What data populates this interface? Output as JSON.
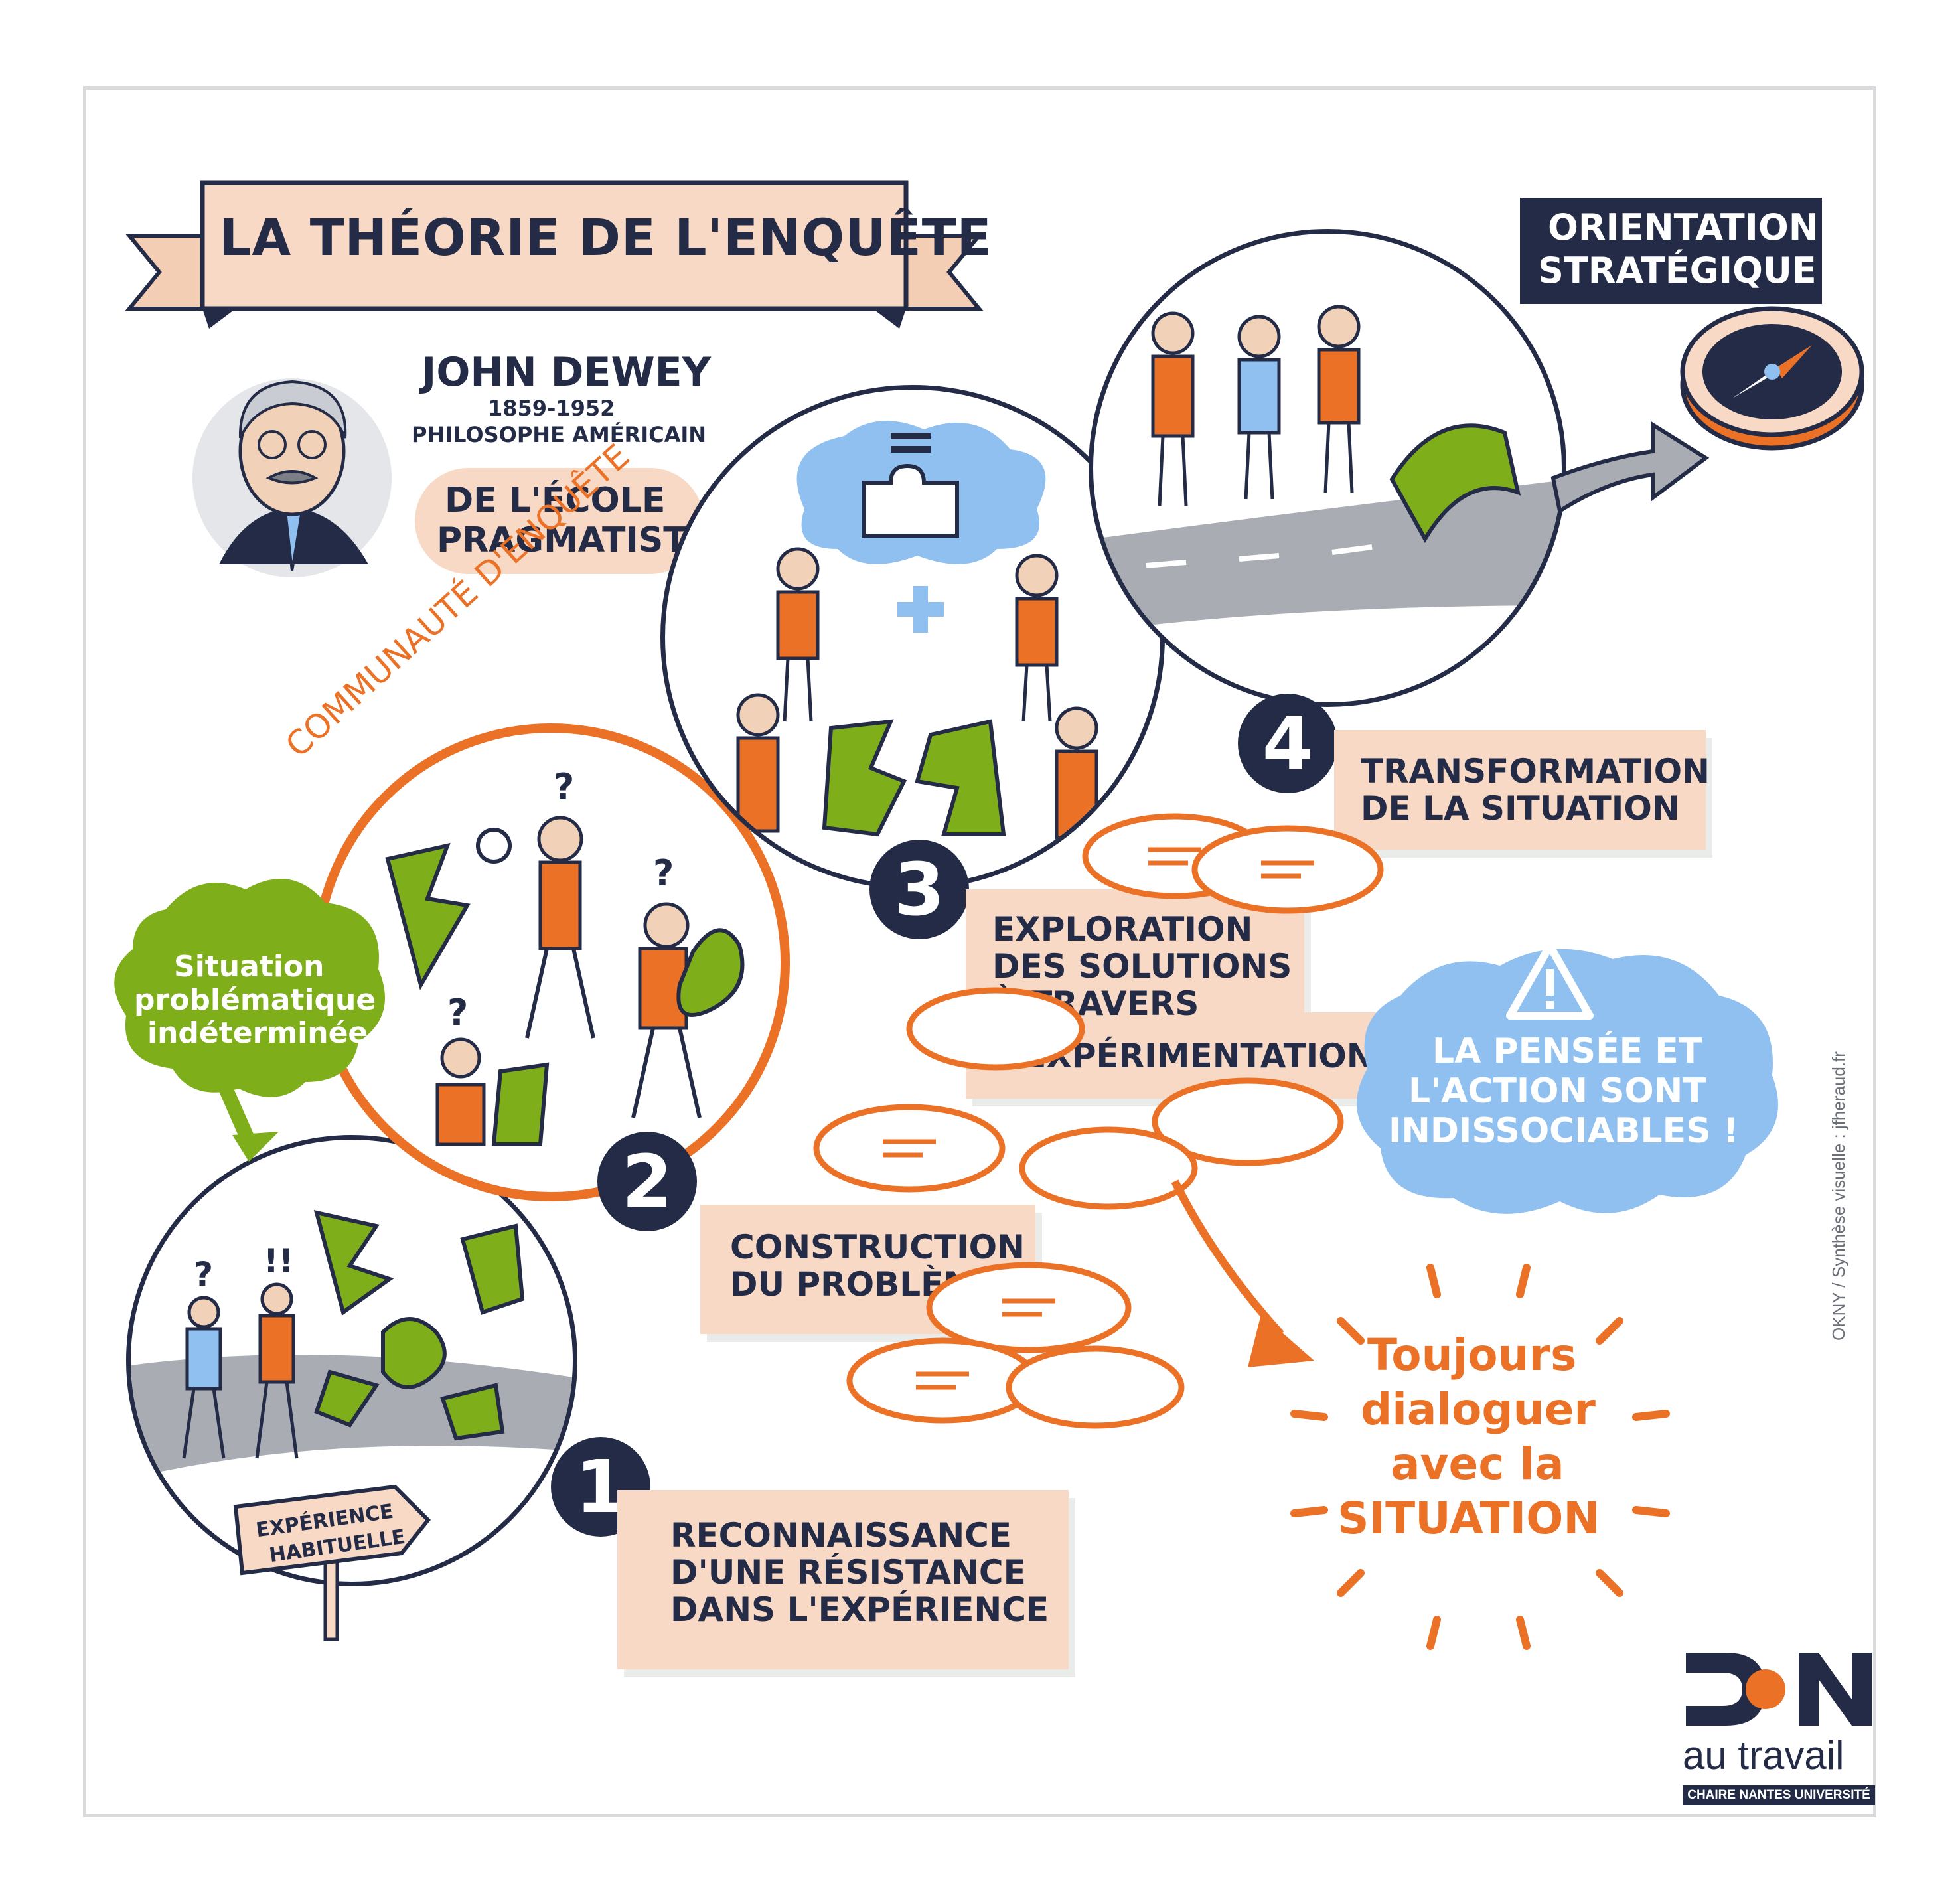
{
  "title": "LA THÉORIE DE L'ENQUÊTE",
  "author": {
    "name": "JOHN DEWEY",
    "dates": "1859-1952",
    "role": "PHILOSOPHE AMÉRICAIN",
    "school": [
      "DE L'ÉCOLE",
      "PRAGMATISTE"
    ]
  },
  "community_label": "COMMUNAUTÉ D'ENQUÊTE",
  "situation_cloud": [
    "Situation",
    "problématique",
    "indéterminée"
  ],
  "signpost": [
    "EXPÉRIENCE",
    "HABITUELLE"
  ],
  "steps": [
    {
      "number": "1",
      "lines": [
        "RECONNAISSANCE",
        "D'UNE RÉSISTANCE",
        "DANS L'EXPÉRIENCE"
      ]
    },
    {
      "number": "2",
      "lines": [
        "CONSTRUCTION",
        "DU PROBLÈME"
      ]
    },
    {
      "number": "3",
      "lines": [
        "EXPLORATION",
        "DES SOLUTIONS",
        "À TRAVERS",
        "L'EXPÉRIMENTATION"
      ]
    },
    {
      "number": "4",
      "lines": [
        "TRANSFORMATION",
        "DE LA SITUATION"
      ]
    }
  ],
  "orientation": [
    "ORIENTATION",
    "STRATÉGIQUE"
  ],
  "warning": [
    "LA PENSÉE ET",
    "L'ACTION SONT",
    "INDISSOCIABLES !"
  ],
  "dialogue": [
    "Toujours",
    "dialoguer",
    "avec la",
    "SITUATION"
  ],
  "credit": "OKNY / Synthèse visuelle : jfheraud.fr",
  "logo": {
    "text": "au travail",
    "subtitle": "CHAIRE NANTES UNIVERSITÉ"
  },
  "colors": {
    "navy": "#232b47",
    "orange": "#ea7125",
    "green": "#7fae1b",
    "peach": "#f7d9c6",
    "blue": "#8fc0ef",
    "grey": "#a9adb3"
  }
}
